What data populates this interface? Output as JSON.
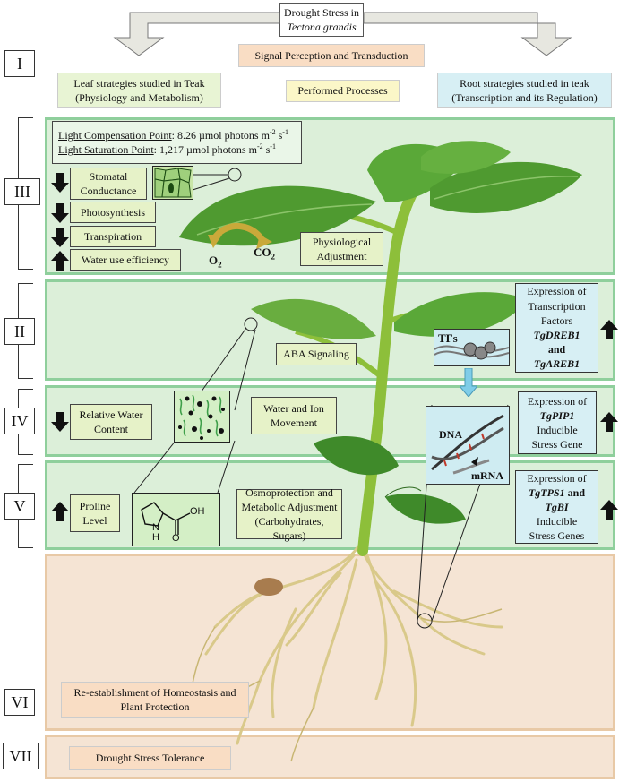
{
  "header": {
    "title_line1": "Drought Stress in",
    "title_line2": "Tectona grandis"
  },
  "top": {
    "signal": "Signal Perception and Transduction",
    "performed": "Performed Processes",
    "leaf_line1": "Leaf strategies studied in Teak",
    "leaf_line2": "(Physiology and Metabolism)",
    "root_line1": "Root strategies studied in teak",
    "root_line2": "(Transcription and its Regulation)"
  },
  "romans": {
    "I": "I",
    "III": "III",
    "II": "II",
    "IV": "IV",
    "V": "V",
    "VI": "VI",
    "VII": "VII"
  },
  "section3": {
    "lcp_label": "Light Compensation Point",
    "lcp_value": ": 8.26 µmol photons m",
    "lcp_exp1": "-2",
    "lcp_mid": " s",
    "lcp_exp2": "-1",
    "lsp_label": "Light Saturation Point",
    "lsp_value": ": 1,217 µmol photons m",
    "lsp_exp1": "-2",
    "lsp_mid": " s",
    "lsp_exp2": "-1",
    "stomatal_line1": "Stomatal",
    "stomatal_line2": "Conductance",
    "photosynthesis": "Photosynthesis",
    "transpiration": "Transpiration",
    "wue": "Water use efficiency",
    "physio_line1": "Physiological",
    "physio_line2": "Adjustment",
    "o2": "O",
    "o2_sub": "2",
    "co2": "CO",
    "co2_sub": "2"
  },
  "section2": {
    "aba": "ABA Signaling",
    "tf_line1": "Expression of",
    "tf_line2": "Transcription",
    "tf_line3": "Factors",
    "tf_gene1": "TgDREB1",
    "tf_and": "and",
    "tf_gene2": "TgAREB1",
    "tfs_label": "TFs"
  },
  "section4": {
    "rwc_line1": "Relative Water",
    "rwc_line2": "Content",
    "wim_line1": "Water and Ion",
    "wim_line2": "Movement",
    "pip_line1": "Expression of",
    "pip_gene": "TgPIP1",
    "pip_line3": "Inducible",
    "pip_line4": "Stress Gene",
    "dna_label": "DNA",
    "mrna_label": "mRNA"
  },
  "section5": {
    "proline_line1": "Proline",
    "proline_line2": "Level",
    "oh_label": "OH",
    "nh_label": "N",
    "h_label": "H",
    "o_label": "O",
    "osmo_line1": "Osmoprotection and",
    "osmo_line2": "Metabolic Adjustment",
    "osmo_line3": "(Carbohydrates, Sugars)",
    "tps_line1": "Expression of",
    "tps_gene1": "TgTPS1",
    "tps_and": " and",
    "tps_gene2": "TgBI",
    "tps_line3": "Inducible",
    "tps_line4": "Stress Genes"
  },
  "section6": {
    "line1": "Re-establishment of Homeostasis and",
    "line2": "Plant Protection"
  },
  "section7": {
    "text": "Drought Stress Tolerance"
  },
  "colors": {
    "band_green": "#dcefd9",
    "band_green_border": "#8fcf9c",
    "band_tan": "#f5e4d4",
    "stem": "#8dbf3a",
    "leaf": "#4f9a30"
  }
}
